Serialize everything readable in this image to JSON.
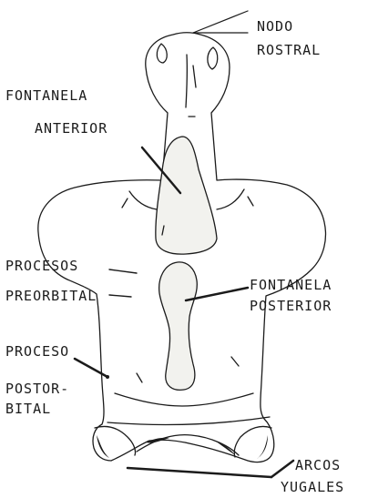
{
  "figure": {
    "labels": {
      "nodo": "NODO",
      "rostral": "ROSTRAL",
      "fontanela_a": "FONTANELA",
      "anterior": "ANTERIOR",
      "procesos": "PROCESOS",
      "preorbital": "PREORBITAL",
      "fontanela_p": "FONTANELA",
      "posterior": "POSTERIOR",
      "proceso": "PROCESO",
      "postor": "POSTOR-",
      "bital": "BITAL",
      "arcos": "ARCOS",
      "yugales": "YUGALES"
    },
    "colors": {
      "ink": "#1b1b1b",
      "background": "#ffffff",
      "fill": "#f2f2ee"
    }
  }
}
